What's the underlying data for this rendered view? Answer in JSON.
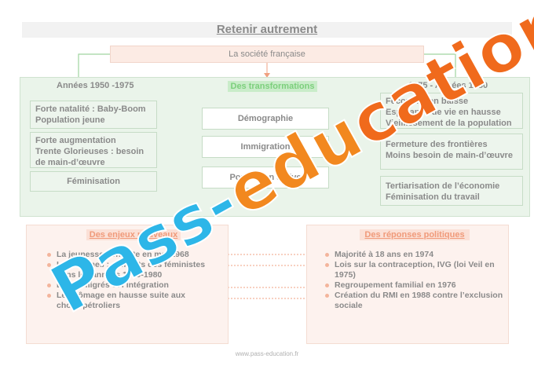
{
  "title": "Retenir autrement",
  "society": "La société française",
  "left_period": "Années 1950 -1975",
  "center_head": "Des transformations",
  "right_period": "1975 - Années 1980",
  "left_boxes": [
    [
      "Forte natalité : Baby-Boom",
      "Population jeune"
    ],
    [
      "Forte augmentation",
      "Trente Glorieuses : besoin",
      "de main-d’œuvre"
    ],
    [
      "Féminisation"
    ]
  ],
  "mid_boxes": [
    "Démographie",
    "Immigration",
    "Population active"
  ],
  "right_boxes": [
    [
      "Fécondité en baisse",
      "Espérance de vie en hausse",
      "Vieillissement de la population"
    ],
    [
      "Fermeture des frontières",
      "Moins besoin de main-d’œuvre"
    ],
    [
      "Tertiarisation de l’économie",
      "Féminisation du travail"
    ]
  ],
  "enjeux": {
    "head": "Des enjeux nouveaux",
    "items": [
      "La jeunesse conteste en mai 1968",
      "Les femmes : combats des féministes dans les années 1970-1980",
      "Les immigrés et l’intégration",
      "Le chômage en hausse suite aux chocs pétroliers"
    ]
  },
  "reponses": {
    "head": "Des réponses politiques",
    "items": [
      "Majorité à 18 ans en 1974",
      "Lois sur la contraception, IVG (loi Veil en 1975)",
      "Regroupement familial en 1976",
      "Création du RMI en 1988 contre l’exclusion sociale"
    ]
  },
  "footer": "www.pass-education.fr",
  "watermark": {
    "part1": "Pass-",
    "part2": "edu",
    "part3": "cation"
  },
  "colors": {
    "green_panel": "#eaf4ea",
    "green_line": "#9fd49f",
    "pink_panel": "#fdf2ee",
    "pink_accent": "#f09a7a",
    "watermark_blue": "#2db6e8",
    "watermark_orange": "#f2881f"
  }
}
